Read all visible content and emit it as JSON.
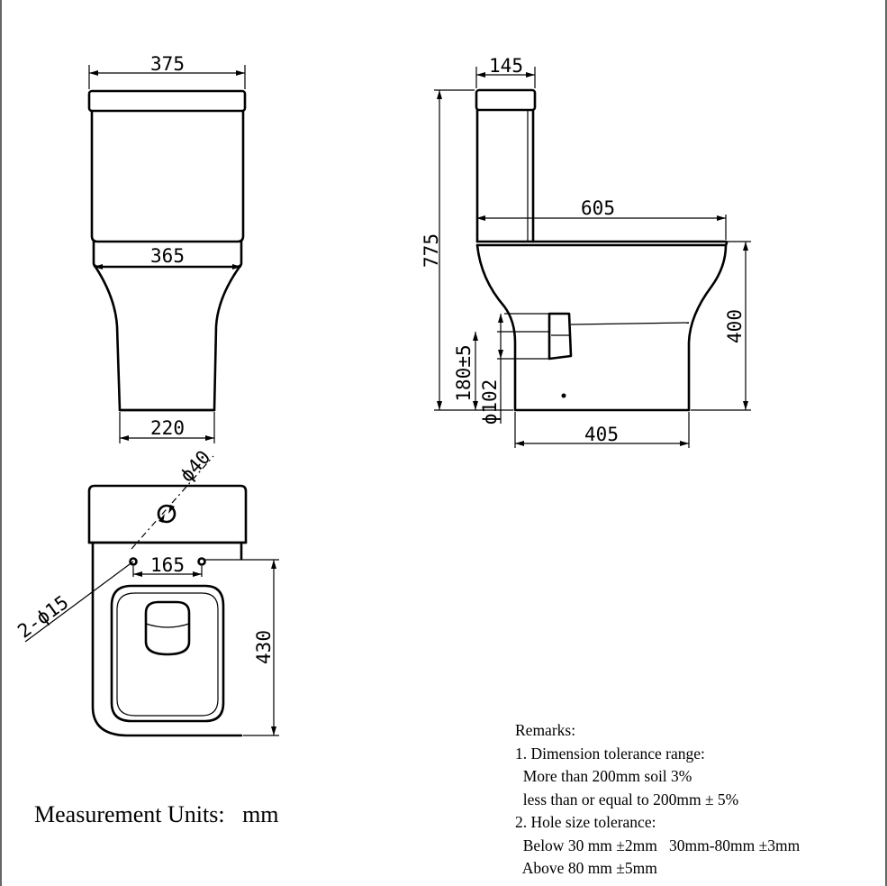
{
  "dimensions": {
    "front_tank_width": "375",
    "front_seat_width": "365",
    "front_base_width": "220",
    "side_tank_depth": "145",
    "side_total_length": "605",
    "side_total_height": "775",
    "side_seat_height": "400",
    "side_soil_height": "180±5",
    "side_outlet_diameter": "ϕ102",
    "side_base_length": "405",
    "top_inlet_hole": "ϕ40",
    "top_fixing_spacing": "165",
    "top_fixing_holes": "2-ϕ15",
    "top_depth": "430"
  },
  "units_label": "Measurement Units:   mm",
  "remarks": {
    "title": "Remarks:",
    "lines": [
      "1. Dimension tolerance range:",
      "  More than 200mm soil 3%",
      "  less than or equal to 200mm ± 5%",
      "2. Hole size tolerance:",
      "  Below 30 mm ±2mm   30mm-80mm ±3mm",
      "  Above 80 mm ±5mm"
    ]
  }
}
